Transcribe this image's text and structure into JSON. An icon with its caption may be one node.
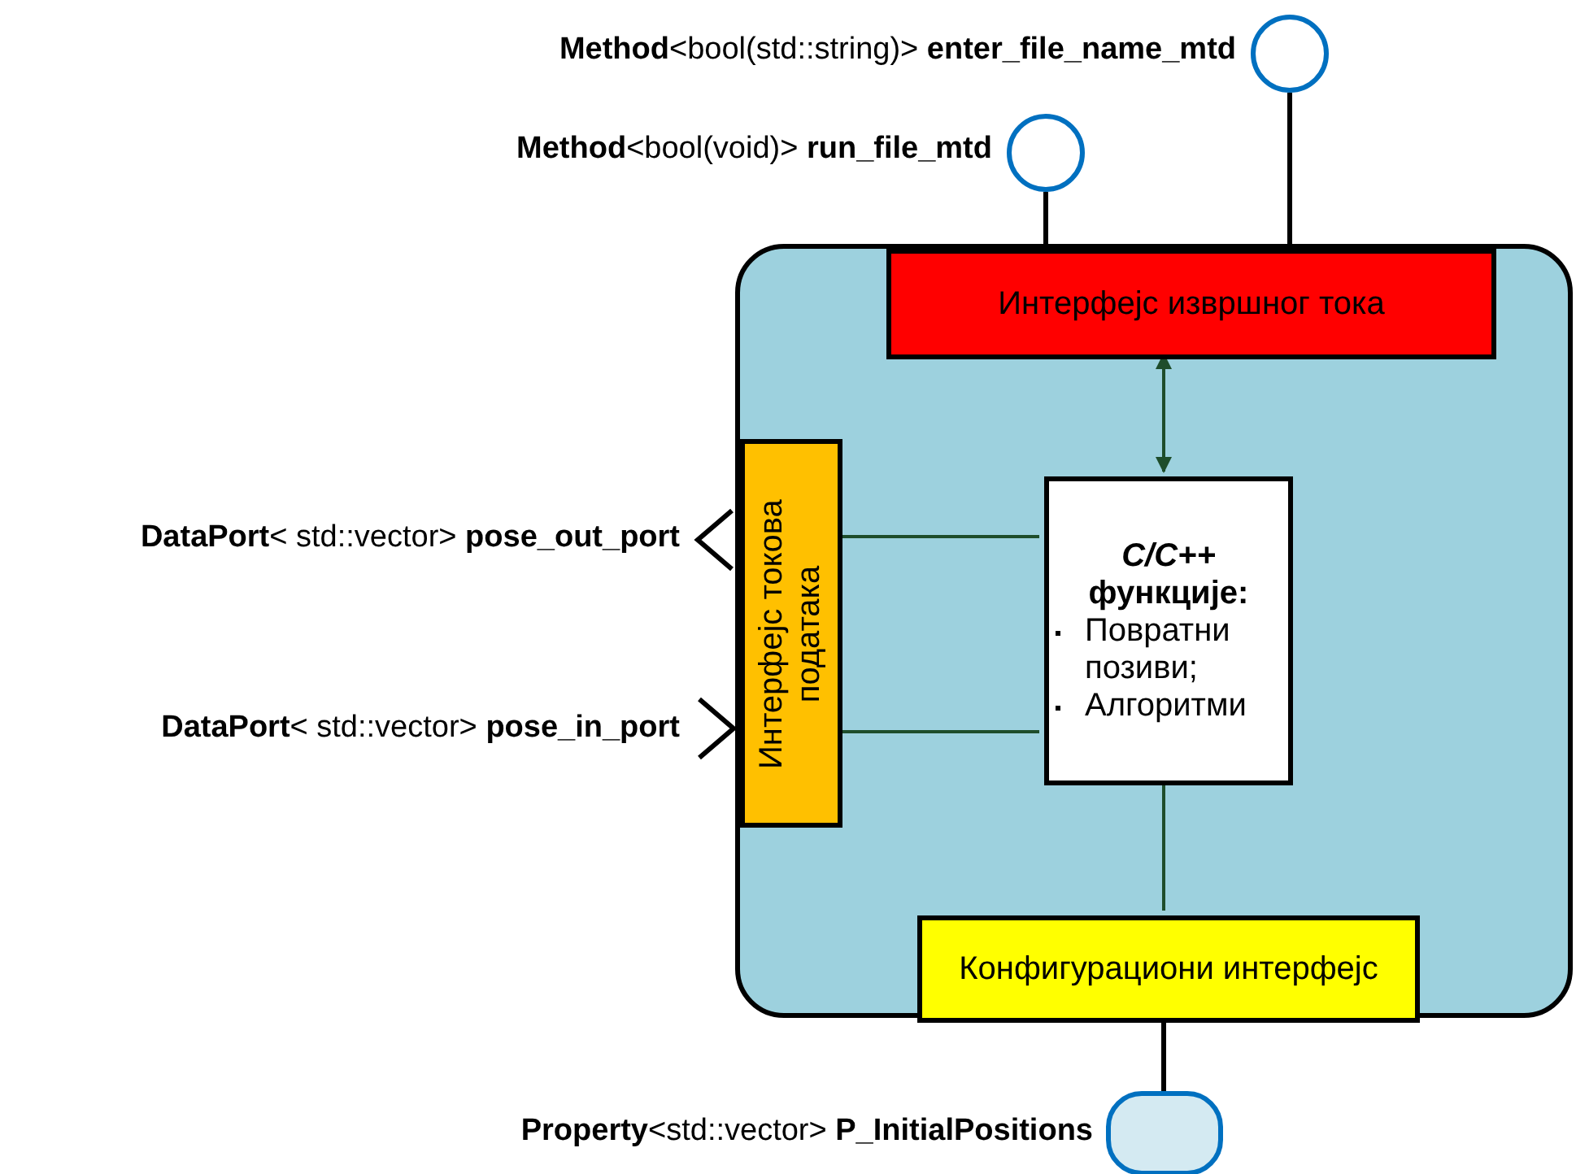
{
  "diagram": {
    "nodes": [
      {
        "text": [],
        "shape": "circle",
        "beside": [
          "**Method**<bool(std::string)> **enter_file_name_mtd**"
        ]
      },
      {
        "text": [],
        "shape": "circle",
        "beside": [
          "**Method**<bool(void)> **run_file_mtd**"
        ]
      },
      {
        "text": [],
        "shape": "box"
      },
      {
        "text": [
          "Интерфејс извршног тока"
        ],
        "in": 2
      },
      {
        "text": [
          "Интерфејс токова података"
        ],
        "in": 2
      },
      {
        "text": [
          "*C/C++* функције:",
          "Повратни позиви;",
          "Алгоритми"
        ],
        "in": 2
      },
      {
        "text": [
          "Конфигурациони интерфејс"
        ],
        "in": 2
      },
      {
        "text": [],
        "shape": "chevron",
        "beside": [
          "**DataPort**< std::vector> **pose_out_port**"
        ]
      },
      {
        "text": [],
        "shape": "chevron",
        "beside": [
          "**DataPort**< std::vector> **pose_in_port**"
        ]
      },
      {
        "text": [],
        "shape": "box",
        "beside": [
          "**Property**<std::vector> **P_InitialPositions**"
        ]
      }
    ],
    "edges": [
      {
        "from": 0,
        "to": 3,
        "arrow": "none",
        "color": "#000000"
      },
      {
        "from": 1,
        "to": 3,
        "arrow": "none",
        "color": "#000000"
      },
      {
        "from": 3,
        "to": 5,
        "arrow": "both"
      },
      {
        "from": 4,
        "to": 5,
        "arrow": "none"
      },
      {
        "from": 4,
        "to": 5,
        "arrow": "none"
      },
      {
        "from": 5,
        "to": 6,
        "arrow": "none"
      },
      {
        "from": 6,
        "to": 9,
        "arrow": "none",
        "color": "#000000"
      }
    ]
  }
}
